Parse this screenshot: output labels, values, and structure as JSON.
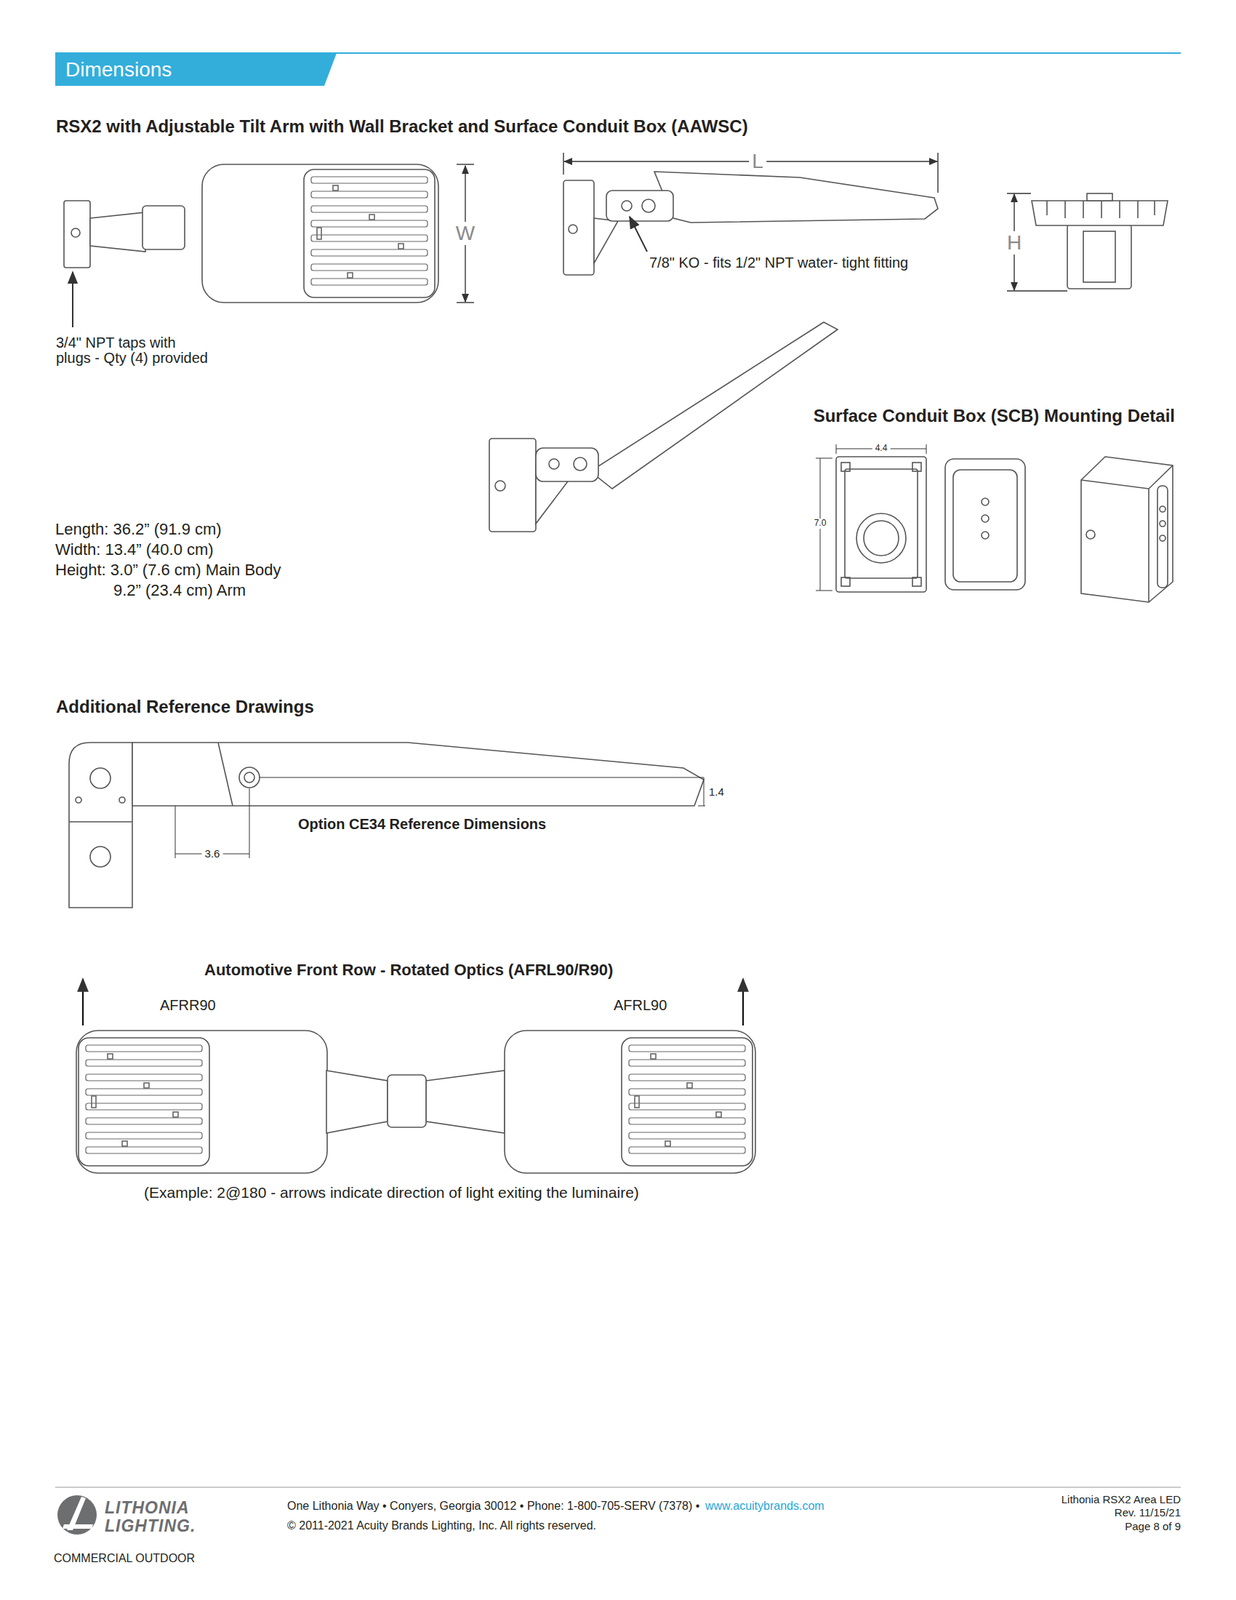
{
  "diagram": {
    "title": "Dimensions",
    "labels": [
      "RSX2 with Adjustable Tilt Arm with Wall Bracket and Surface Conduit Box (AAWSC)",
      "W",
      "L",
      "H",
      "7/8\" KO - fits 1/2\" NPT water- tight fitting",
      "3/4\" NPT taps with plugs - Qty (4) provided",
      "Surface Conduit Box (SCB) Mounting Detail",
      "4.4",
      "7.0",
      "Length: 36.2” (91.9 cm)",
      "Width: 13.4” (40.0 cm)",
      "Height: 3.0” (7.6 cm) Main Body",
      "9.2” (23.4 cm) Arm",
      "Additional Reference Drawings",
      "1.4",
      "Option CE34 Reference Dimensions",
      "3.6",
      "Automotive Front Row - Rotated Optics (AFRL90/R90)",
      "AFRR90",
      "AFRL90",
      "(Example: 2@180 - arrows indicate direction of light exiting the luminaire)",
      "LITHONIA",
      "LIGHTING.",
      "COMMERCIAL OUTDOOR",
      "One Lithonia Way • Conyers, Georgia 30012 • Phone: 1-800-705-SERV (7378) •",
      "www.acuitybrands.com",
      "© 2011-2021 Acuity Brands Lighting, Inc. All rights reserved.",
      "Lithonia RSX2 Area LED",
      "Rev. 11/15/21",
      "Page 8 of 9"
    ]
  }
}
